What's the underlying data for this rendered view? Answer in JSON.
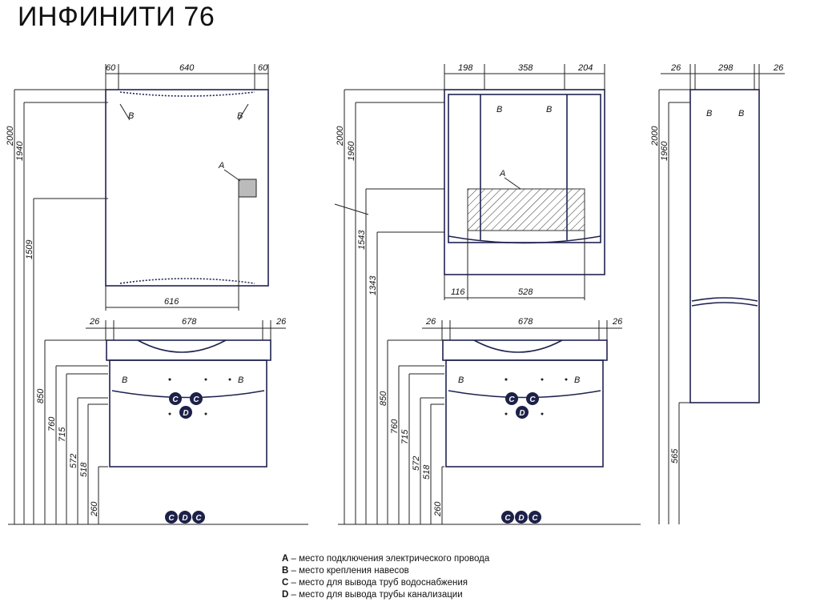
{
  "title": "ИНФИНИТИ 76",
  "left_view": {
    "top_dims": [
      "60",
      "640",
      "60"
    ],
    "bottom_dim": "616",
    "vanity_dims": [
      "26",
      "678",
      "26"
    ],
    "heights": [
      "2000",
      "1940",
      "1509",
      "850",
      "760",
      "715",
      "572",
      "518",
      "260"
    ],
    "marks": {
      "A": "A",
      "B": "B"
    }
  },
  "middle_view": {
    "top_dims": [
      "198",
      "358",
      "204"
    ],
    "bottom_dims": [
      "116",
      "528"
    ],
    "vanity_dims": [
      "26",
      "678",
      "26"
    ],
    "heights": [
      "2000",
      "1960",
      "1543",
      "1343",
      "850",
      "760",
      "715",
      "572",
      "518",
      "260"
    ]
  },
  "right_view": {
    "top_dims": [
      "26",
      "298",
      "26"
    ],
    "heights": [
      "2000",
      "1960",
      "565"
    ]
  },
  "markers": {
    "C": "C",
    "D": "D",
    "B": "B",
    "A": "A"
  },
  "legend": [
    {
      "key": "A",
      "text": " – место подключения электрического провода"
    },
    {
      "key": "B",
      "text": " – место крепления навесов"
    },
    {
      "key": "C",
      "text": " – место для вывода труб водоснабжения"
    },
    {
      "key": "D",
      "text": " – место для вывода трубы канализации"
    }
  ]
}
